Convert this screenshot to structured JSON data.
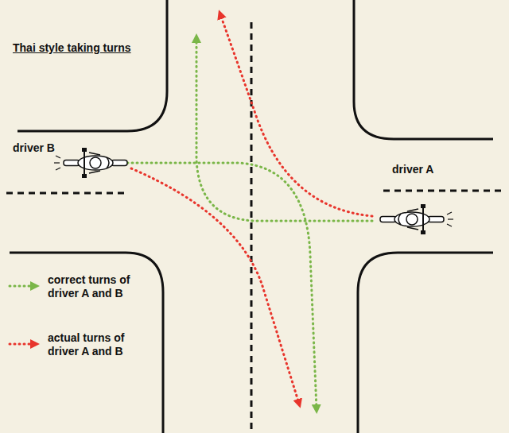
{
  "diagram": {
    "title": "Thai style taking turns",
    "labels": [
      "driver B",
      "driver A"
    ],
    "legend": [
      {
        "text": "correct turns of driver A and B"
      },
      {
        "text": "actual turns of driver A and B"
      }
    ]
  }
}
